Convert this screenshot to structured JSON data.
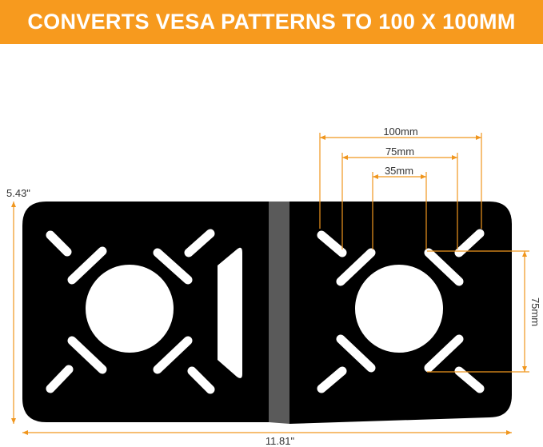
{
  "banner": {
    "title": "CONVERTS VESA PATTERNS TO 100 X 100MM",
    "background": "#f79a1e",
    "text_color": "#ffffff"
  },
  "dimensions": {
    "height": "5.43\"",
    "width": "11.81\"",
    "hole_100": "100mm",
    "hole_75": "75mm",
    "hole_35": "35mm",
    "vertical_75": "75mm"
  },
  "colors": {
    "plate": "#000000",
    "bend": "#5a5a5a",
    "dimension_line": "#f0961e"
  }
}
